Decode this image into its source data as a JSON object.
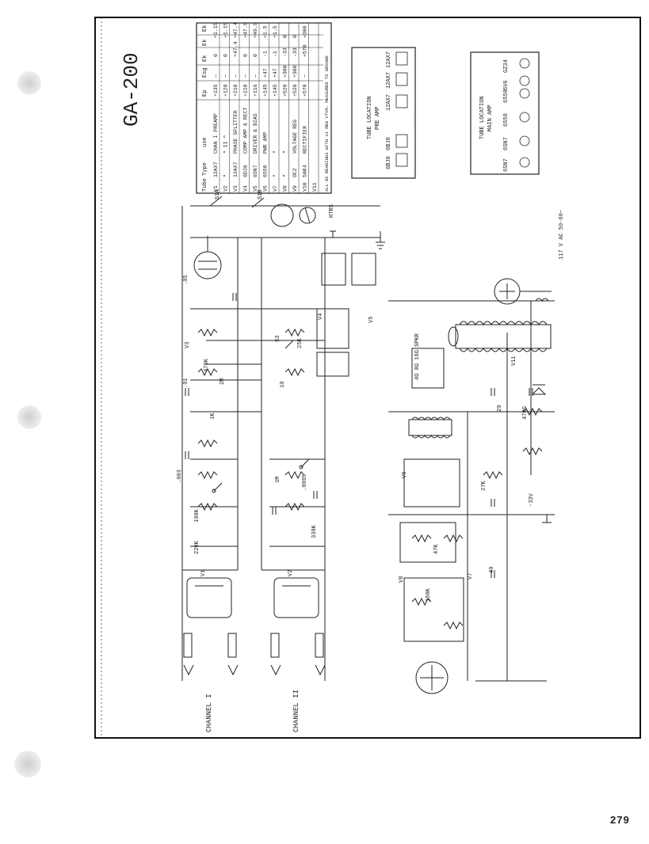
{
  "title": "GA-200",
  "page_number": "279",
  "channels": [
    "CHANNEL I",
    "CHANNEL II"
  ],
  "tube_table": {
    "headers": [
      "Tube",
      "Type",
      "use",
      "Ep",
      "Esg",
      "Ek",
      "Ek",
      "Ek"
    ],
    "rows": [
      [
        "V1",
        "12AX7",
        "CHAN I PREAMP",
        "+135",
        "—",
        "0",
        "+1.15"
      ],
      [
        "V2",
        "\"",
        "\" II \"",
        "+120",
        "—",
        "0",
        "+1.15"
      ],
      [
        "V3",
        "12AX7",
        "PHASE SPLITTER",
        "+210",
        "—",
        "+47.4",
        "+47.4"
      ],
      [
        "V4",
        "6DJ8",
        "COMP AMP & RECT",
        "+110",
        "—",
        "0",
        "+47.9"
      ],
      [
        "V5",
        "6SN7",
        "DRIVER & BIAS",
        "+116",
        "—",
        "0",
        "+49.9"
      ],
      [
        "V6",
        "6550",
        "PWR AMP",
        "+145",
        "+47",
        "-1",
        "+1.5"
      ],
      [
        "V7",
        "\"",
        "\"",
        "+145",
        "+47",
        "-1",
        "+1.5"
      ],
      [
        "V8",
        "\"",
        "\"",
        "+520",
        "+300",
        "-33",
        "0"
      ],
      [
        "V9",
        "OC2",
        "VOLTAGE REG",
        "+520",
        "+300",
        "-33",
        "0"
      ],
      [
        "V10",
        "5AR4",
        "RECTIFIER",
        "+570",
        "—",
        "+570",
        "+300"
      ],
      [
        "V11",
        "",
        "",
        "",
        "",
        "",
        ""
      ]
    ],
    "footnote": "ALL DC READINGS WITH 11 MEG VTVM. MEASURED TO GROUND"
  },
  "tube_location_pre_amp": {
    "caption": "TUBE LOCATION PRE AMP",
    "tubes": [
      "12AX7",
      "12AX7",
      "12AX7",
      "6BJ8",
      "6BJ8"
    ]
  },
  "tube_location_main_amp": {
    "caption": "TUBE LOCATION MAIN AMP",
    "tubes": [
      "6SN7",
      "6SN7",
      "6550",
      "6550",
      "6V6",
      "GZ34"
    ]
  },
  "labels": {
    "hters": "HTRS",
    "ac_in": "117 V AC 50-60~",
    "neg_supply": "-33V",
    "s1": "S1A",
    "s2": "S1B",
    "s3": "S3",
    "v1": "V1",
    "v2": "V2",
    "v3": "V3",
    "v4": "V4",
    "v5": "V5",
    "v6": "V6",
    "v7": "V7",
    "v8": "V8",
    "v11": "V11",
    "r_1k": "1K",
    "r_100k": "100K",
    "r_220k": "220K",
    "r_470k": "470K",
    "r_2meg": "2M",
    "r_1meg": "1M",
    "c_05": ".05",
    "c_01": ".01",
    "c_10": "10",
    "c_20": "20",
    "c_003": ".003",
    "c_0005": ".0005",
    "spk": "4Ω 8Ω 16Ω SPKR",
    "r_27k": "27K",
    "r_47k": "47K",
    "r_330k": "330K",
    "r_150k": "150K",
    "c_40": "40",
    "r_470": "470Ω",
    "r_25k": "25K"
  },
  "colors": {
    "ink": "#222222",
    "paper": "#ffffff",
    "border": "#111111"
  }
}
